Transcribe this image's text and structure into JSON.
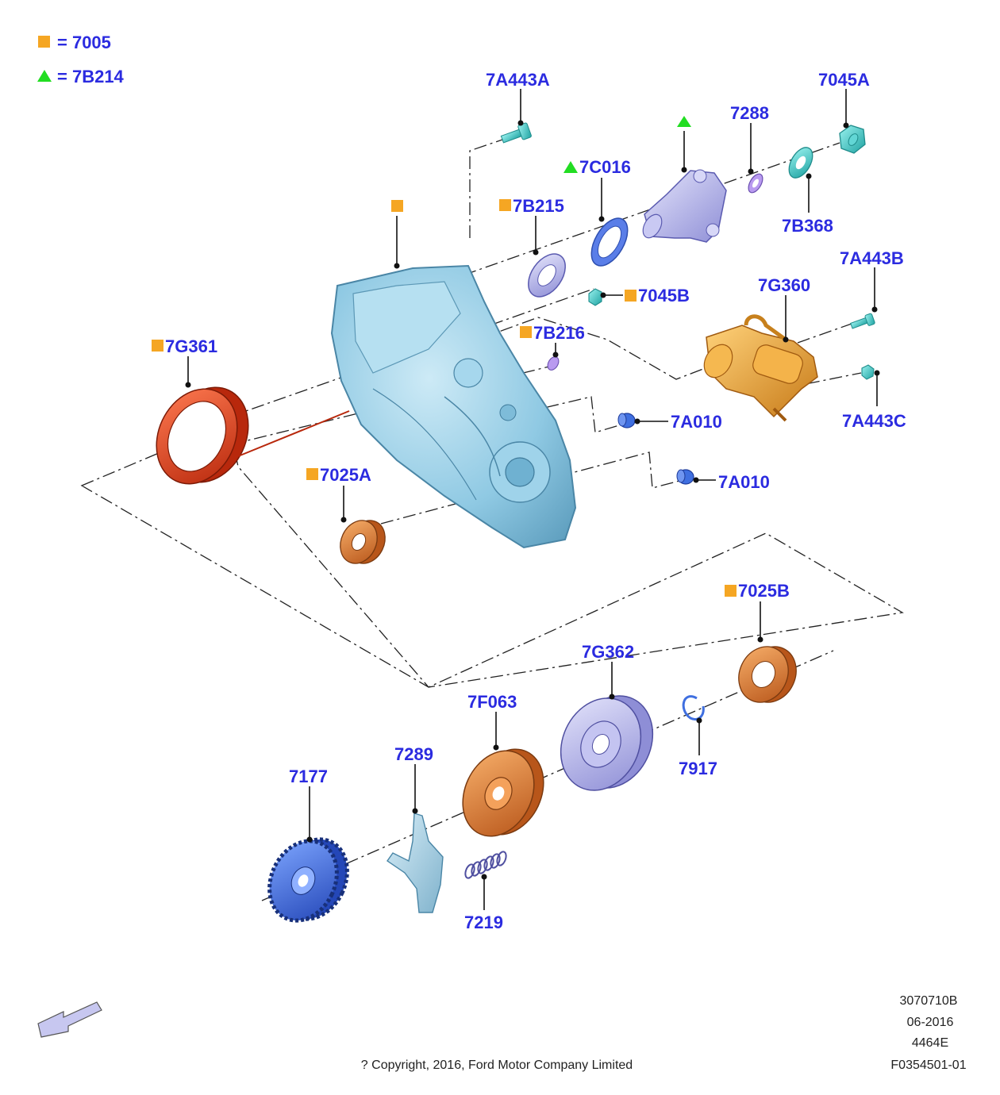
{
  "legend": [
    {
      "marker": "square",
      "color": "#f5a623",
      "text": "= 7005"
    },
    {
      "marker": "triangle",
      "color": "#22dd22",
      "text": "= 7B214"
    }
  ],
  "parts": {
    "p7A443A": "7A443A",
    "p7045A": "7045A",
    "p7288": "7288",
    "p7C016": "7C016",
    "p7B215": "7B215",
    "p7B368": "7B368",
    "p7A443B": "7A443B",
    "p7G360": "7G360",
    "p7045B": "7045B",
    "p7B216": "7B216",
    "p7G361": "7G361",
    "p7A010a": "7A010",
    "p7A443C": "7A443C",
    "p7A010b": "7A010",
    "p7025A": "7025A",
    "p7025B": "7025B",
    "p7G362": "7G362",
    "p7F063": "7F063",
    "p7917": "7917",
    "p7289": "7289",
    "p7177": "7177",
    "p7219": "7219"
  },
  "colors": {
    "case": "#8fc9e3",
    "square_marker": "#f5a623",
    "triangle_marker": "#22dd22",
    "seal_red": "#e0411e",
    "bearing_orange": "#e07a2c",
    "actuator": "#f0a53a",
    "gear_blue": "#3f6fe0",
    "hub_lavender": "#b4b4ec",
    "teal": "#3fd0cf",
    "label_blue": "#2b2be0"
  },
  "footer": {
    "code": "3070710B",
    "date": "06-2016",
    "model": "4464E",
    "figure": "F0354501-01",
    "copyright": "? Copyright, 2016, Ford Motor Company Limited"
  },
  "icons": {
    "direction_arrow": "front-direction-arrow-icon"
  }
}
